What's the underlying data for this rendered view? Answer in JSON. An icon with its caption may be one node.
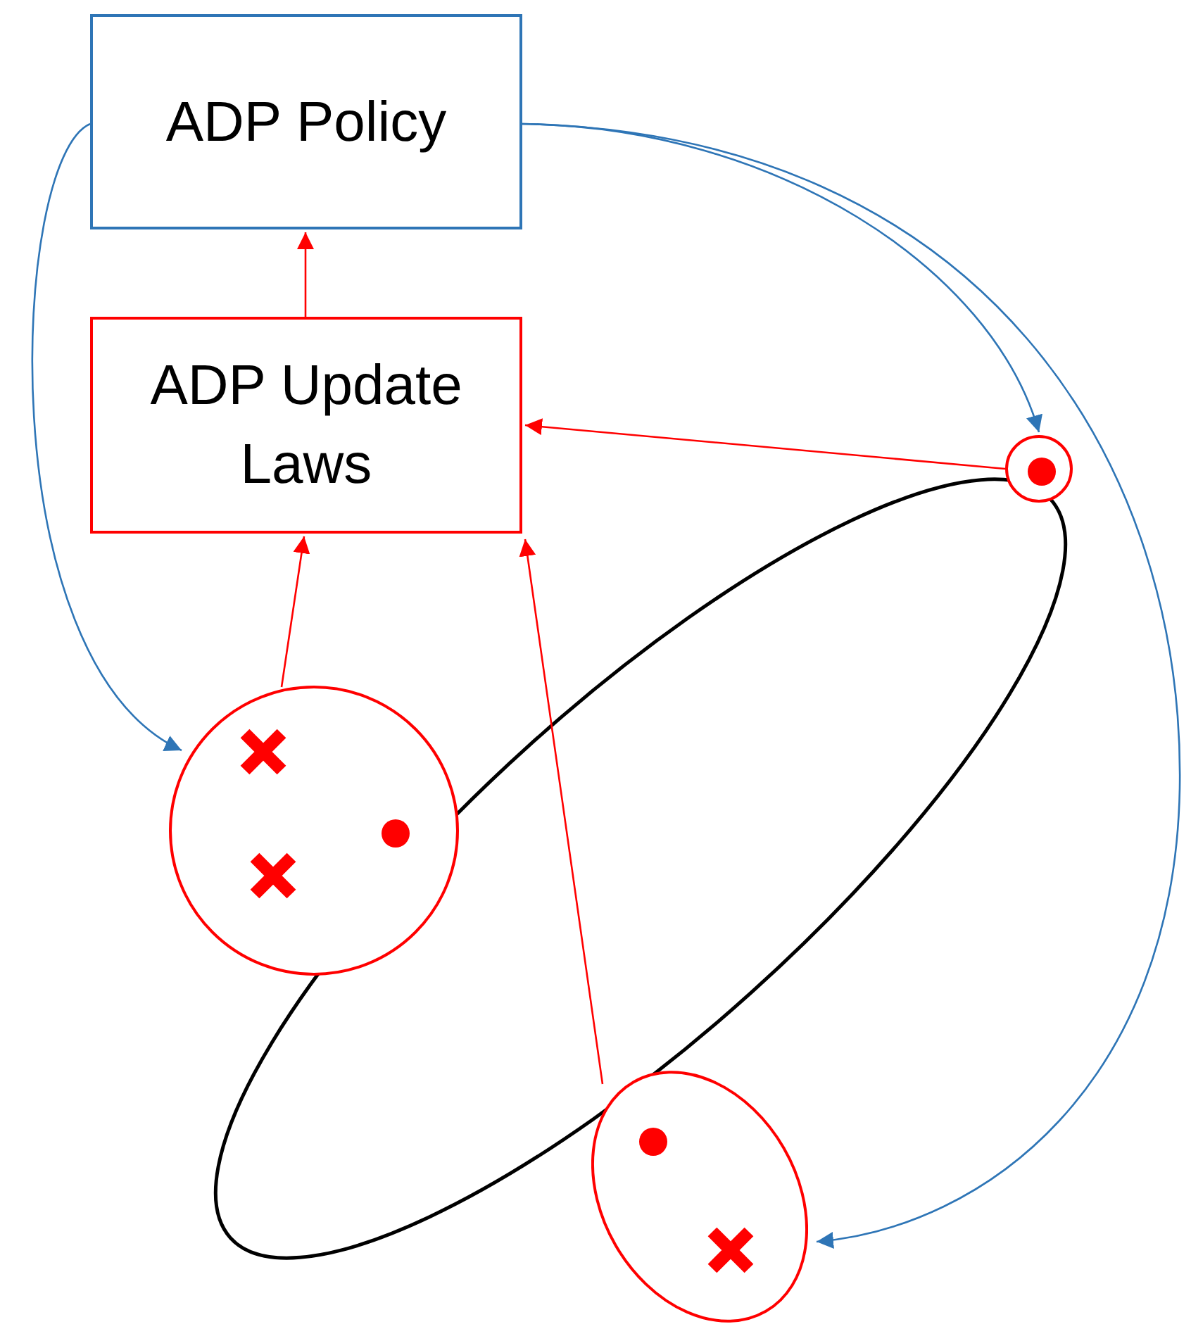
{
  "diagram": {
    "nodes": [
      {
        "text": [
          "ADP Policy"
        ]
      },
      {
        "text": [
          "ADP Update Laws"
        ]
      },
      {
        "text": [],
        "shape": "circle"
      },
      {
        "text": [],
        "shape": "circle"
      },
      {
        "text": [],
        "shape": "ellipse"
      }
    ],
    "edges": [
      {
        "from": 1,
        "to": 0,
        "arrow": "to"
      },
      {
        "from": 0,
        "to": 3,
        "arrow": "to",
        "color": "#2e75b6"
      },
      {
        "from": 0,
        "to": 2,
        "arrow": "to",
        "color": "#2e75b6"
      },
      {
        "from": 0,
        "to": 4,
        "arrow": "to",
        "color": "#2e75b6"
      },
      {
        "from": 2,
        "to": 1,
        "arrow": "to"
      },
      {
        "from": 3,
        "to": 1,
        "arrow": "to"
      },
      {
        "from": 4,
        "to": 1,
        "arrow": "to"
      }
    ]
  }
}
